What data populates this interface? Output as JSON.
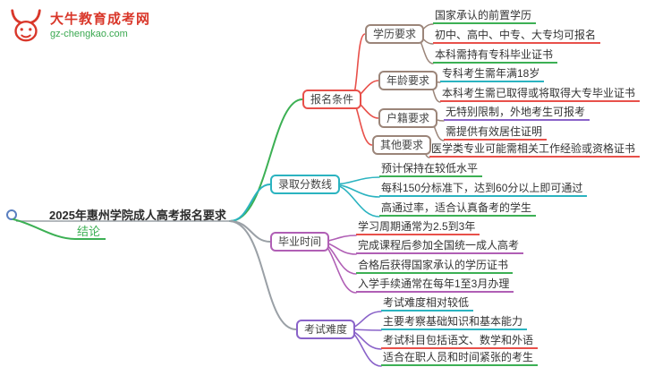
{
  "palette": {
    "green": "#3cb054",
    "red": "#e8504a",
    "cyan": "#2bb3c0",
    "purple": "#b05fb5",
    "violet": "#8a63c9",
    "brown": "#9b8579",
    "gray": "#9aa0a6",
    "blue": "#5a7fc0",
    "brand_red": "#d9372a",
    "brand_green": "#3aa850"
  },
  "logo": {
    "site_name": "大牛教育成考网",
    "site_domain": "gz-chengkao.com"
  },
  "root": {
    "title": "2025年惠州学院成人高考报名要求",
    "conclusion": "结论"
  },
  "branches": [
    {
      "label": "报名条件",
      "color": "#e8504a"
    },
    {
      "label": "录取分数线",
      "color": "#2bb3c0"
    },
    {
      "label": "毕业时间",
      "color": "#b05fb5"
    },
    {
      "label": "考试难度",
      "color": "#8a63c9"
    }
  ],
  "subnodes": [
    {
      "label": "学历要求",
      "color": "#9b8579"
    },
    {
      "label": "年龄要求",
      "color": "#9b8579"
    },
    {
      "label": "户籍要求",
      "color": "#9b8579"
    },
    {
      "label": "其他要求",
      "color": "#9b8579"
    }
  ],
  "leaves": [
    {
      "text": "国家承认的前置学历",
      "color": "#3cb054"
    },
    {
      "text": "初中、高中、中专、大专均可报名",
      "color": "#e8504a"
    },
    {
      "text": "本科需持有专科毕业证书",
      "color": "#3cb054"
    },
    {
      "text": "专科考生需年满18岁",
      "color": "#2bb3c0"
    },
    {
      "text": "本科考生需已取得或将取得大专毕业证书",
      "color": "#e8504a"
    },
    {
      "text": "无特别限制，外地考生可报考",
      "color": "#8a63c9"
    },
    {
      "text": "需提供有效居住证明",
      "color": "#e8504a"
    },
    {
      "text": "医学类专业可能需相关工作经验或资格证书",
      "color": "#e8504a"
    },
    {
      "text": "预计保持在较低水平",
      "color": "#3cb054"
    },
    {
      "text": "每科150分标准下，达到60分以上即可通过",
      "color": "#2bb3c0"
    },
    {
      "text": "高通过率，适合认真备考的学生",
      "color": "#3cb054"
    },
    {
      "text": "学习周期通常为2.5到3年",
      "color": "#e8504a"
    },
    {
      "text": "完成课程后参加全国统一成人高考",
      "color": "#b05fb5"
    },
    {
      "text": "合格后获得国家承认的学历证书",
      "color": "#3cb054"
    },
    {
      "text": "入学手续通常在每年1至3月办理",
      "color": "#b05fb5"
    },
    {
      "text": "考试难度相对较低",
      "color": "#2bb3c0"
    },
    {
      "text": "主要考察基础知识和基本能力",
      "color": "#2bb3c0"
    },
    {
      "text": "考试科目包括语文、数学和外语",
      "color": "#e8504a"
    },
    {
      "text": "适合在职人员和时间紧张的考生",
      "color": "#3cb054"
    }
  ]
}
